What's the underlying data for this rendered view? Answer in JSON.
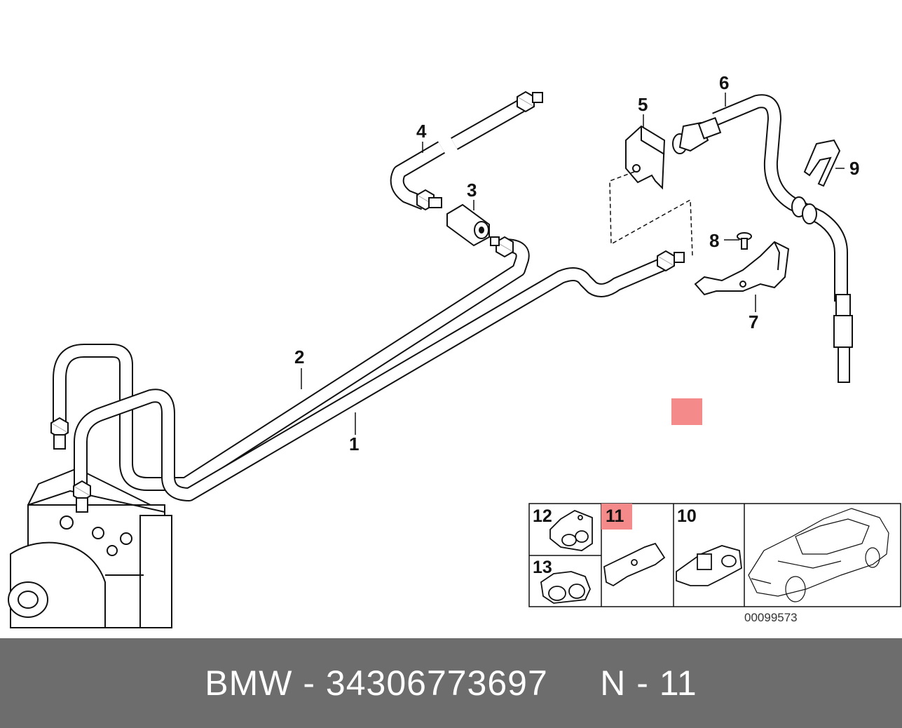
{
  "callouts": {
    "c1": "1",
    "c2": "2",
    "c3": "3",
    "c4": "4",
    "c5": "5",
    "c6": "6",
    "c7": "7",
    "c8": "8",
    "c9": "9"
  },
  "inset": {
    "p12": "12",
    "p11": "11",
    "p10": "10",
    "p13": "13",
    "ref_code": "00099573"
  },
  "colors": {
    "highlight": "#f48a8a",
    "footer_bg": "#6d6d6d",
    "line": "#111111"
  },
  "footer": {
    "brand": "BMW",
    "sep1": " - ",
    "part_number": "34306773697",
    "gap": "     ",
    "position": "N - 11"
  }
}
